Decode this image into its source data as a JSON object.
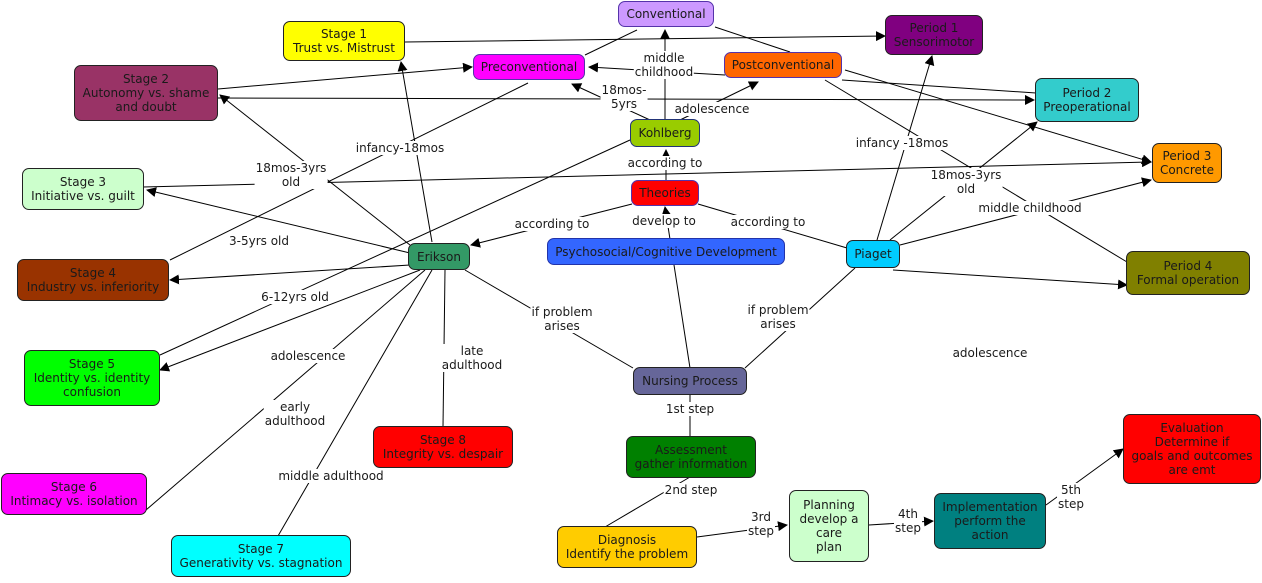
{
  "title": "Psychosocial/Cognitive Development concept map",
  "nodes": {
    "conventional": {
      "text": "Conventional",
      "color": "#cc99ff"
    },
    "stage1": {
      "text": "Stage 1\nTrust vs. Mistrust",
      "color": "#ffff00"
    },
    "preconventional": {
      "text": "Preconventional",
      "color": "#ff00ff"
    },
    "postconventional": {
      "text": "Postconventional",
      "color": "#ff6600"
    },
    "period1": {
      "text": "Period 1\nSensorimotor",
      "color": "#800080"
    },
    "stage2": {
      "text": "Stage 2\nAutonomy vs. shame\nand doubt",
      "color": "#993366"
    },
    "period2": {
      "text": "Period 2\nPreoperational",
      "color": "#33cccc"
    },
    "kohlberg": {
      "text": "Kohlberg",
      "color": "#99cc00"
    },
    "stage3": {
      "text": "Stage 3\nInitiative vs. guilt",
      "color": "#ccffcc"
    },
    "period3": {
      "text": "Period 3\nConcrete",
      "color": "#ff9900"
    },
    "theories": {
      "text": "Theories",
      "color": "#ff0000"
    },
    "erikson": {
      "text": "Erikson",
      "color": "#339966"
    },
    "psychosocial": {
      "text": "Psychosocial/Cognitive Development",
      "color": "#3366ff"
    },
    "piaget": {
      "text": "Piaget",
      "color": "#00ccff"
    },
    "stage4": {
      "text": "Stage 4\nIndustry vs. inferiority",
      "color": "#993300"
    },
    "period4": {
      "text": "Period 4\nFormal  operation",
      "color": "#808000"
    },
    "stage5": {
      "text": "Stage 5\nIdentity vs. identity\nconfusion",
      "color": "#00ff00"
    },
    "nursing": {
      "text": "Nursing Process",
      "color": "#666699"
    },
    "stage8": {
      "text": "Stage 8\nIntegrity vs. despair",
      "color": "#ff0000"
    },
    "evaluation": {
      "text": "Evaluation\nDetermine if\ngoals and outcomes\nare emt",
      "color": "#ff0000"
    },
    "assessment": {
      "text": "Assessment\ngather information",
      "color": "#008000"
    },
    "stage6": {
      "text": "Stage 6\nIntimacy vs. isolation",
      "color": "#ff00ff"
    },
    "planning": {
      "text": "Planning\ndevelop a\ncare\nplan",
      "color": "#ccffcc"
    },
    "implementation": {
      "text": "Implementation\nperform the\naction",
      "color": "#008080"
    },
    "diagnosis": {
      "text": "Diagnosis\nIdentify the problem",
      "color": "#ffcc00"
    },
    "stage7": {
      "text": "Stage 7\nGenerativity vs. stagnation",
      "color": "#00ffff"
    }
  },
  "labels": {
    "middle_childhood_k": "middle\nchildhood",
    "mos18_5yrs": "18mos-\n5yrs",
    "adolescence_k": "adolescence",
    "according_to_k": "according to",
    "according_to_e": "according to",
    "develop_to": "develop to",
    "according_to_p": "according to",
    "infancy_e": "infancy-18mos",
    "mos18_3yrs_e": "18mos-3yrs\nold",
    "yrs3_5": "3-5yrs old",
    "yrs6_12": "6-12yrs old",
    "adolescence_e": "adolescence",
    "early_adulthood": "early\nadulthood",
    "middle_adulthood": "middle adulthood",
    "late_adulthood": "late\nadulthood",
    "if_problem_e": "if problem\narises",
    "if_problem_p": "if problem\narises",
    "infancy_p": "infancy -18mos",
    "mos18_3yrs_p": "18mos-3yrs\nold",
    "middle_childhood_p": "middle childhood",
    "adolescence_p": "adolescence",
    "step1": "1st step",
    "step2": "2nd step",
    "step3": "3rd\nstep",
    "step4": "4th\nstep",
    "step5": "5th\nstep"
  },
  "colors": {
    "edge": "#000000",
    "background": "#ffffff"
  }
}
